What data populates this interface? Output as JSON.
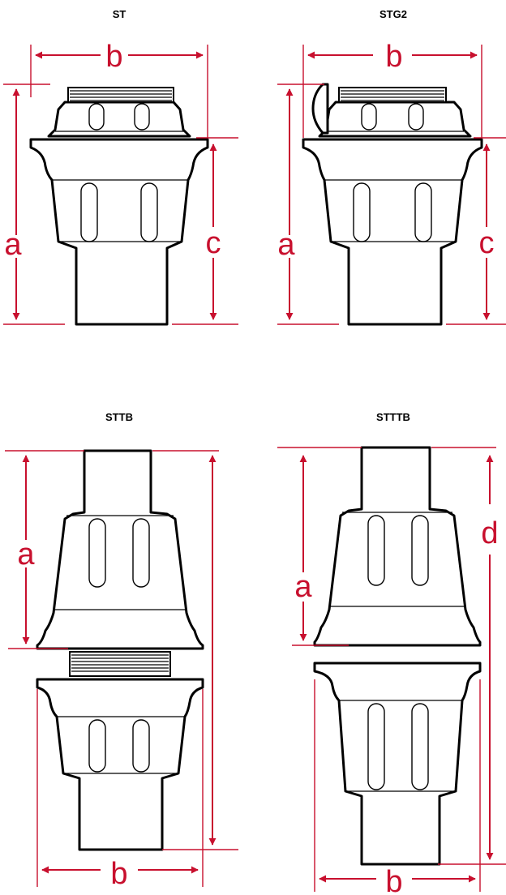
{
  "colors": {
    "dimension": "#c8102e",
    "outline": "#000000",
    "fill": "#ffffff"
  },
  "fittings": [
    {
      "id": "ST",
      "title": "ST",
      "dims": {
        "a": "a",
        "b": "b",
        "c": "c"
      }
    },
    {
      "id": "STG2",
      "title": "STG2",
      "dims": {
        "a": "a",
        "b": "b",
        "c": "c"
      }
    },
    {
      "id": "STTB",
      "title": "STTB",
      "dims": {
        "a": "a",
        "b": "b"
      }
    },
    {
      "id": "STTTB",
      "title": "STTTB",
      "dims": {
        "a": "a",
        "b": "b",
        "d": "d"
      }
    }
  ]
}
